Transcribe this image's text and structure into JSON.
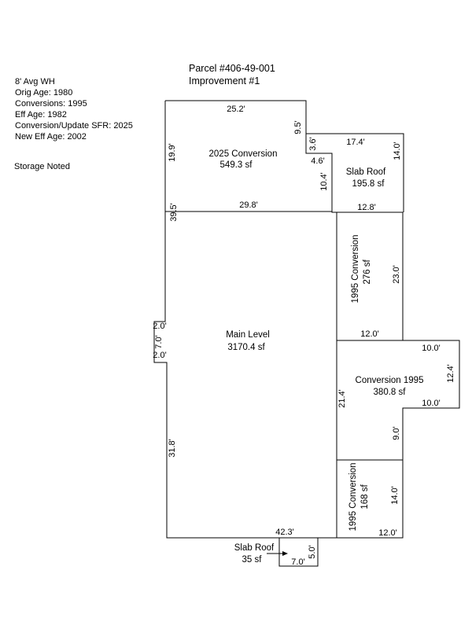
{
  "header": {
    "parcel": "Parcel #406-49-001",
    "improvement": "Improvement #1"
  },
  "notes": {
    "lines": [
      "8' Avg WH",
      "Orig Age: 1980",
      "Conversions: 1995",
      "Eff Age: 1982",
      "Conversion/Update SFR: 2025",
      "New Eff Age: 2002"
    ],
    "storage": "Storage Noted"
  },
  "areas": {
    "conv2025": {
      "name": "2025 Conversion",
      "size": "549.3 sf"
    },
    "slab_top": {
      "name": "Slab Roof",
      "size": "195.8 sf"
    },
    "conv1995_a": {
      "name": "1995 Conversion",
      "size": "276 sf"
    },
    "main": {
      "name": "Main Level",
      "size": "3170.4 sf"
    },
    "conv1995_b": {
      "name": "Conversion 1995",
      "size": "380.8 sf"
    },
    "conv1995_c": {
      "name": "1995 Conversion",
      "size": "168 sf"
    },
    "slab_bottom": {
      "name": "Slab Roof",
      "size": "35 sf"
    }
  },
  "dims": {
    "d25_2": "25.2'",
    "d9_5": "9.5'",
    "d3_6": "3.6'",
    "d17_4": "17.4'",
    "d14_0a": "14.0'",
    "d19_9": "19.9'",
    "d4_6": "4.6'",
    "d10_4": "10.4'",
    "d29_8": "29.8'",
    "d39_5": "39.5'",
    "d12_8": "12.8'",
    "d23_0": "23.0'",
    "d12_0a": "12.0'",
    "d2_0a": "2.0'",
    "d7_0a": "7.0'",
    "d2_0b": "2.0'",
    "d10_0a": "10.0'",
    "d12_4": "12.4'",
    "d10_0b": "10.0'",
    "d21_4": "21.4'",
    "d9_0": "9.0'",
    "d31_8": "31.8'",
    "d14_0b": "14.0'",
    "d42_3": "42.3'",
    "d12_0b": "12.0'",
    "d5_0": "5.0'",
    "d7_0b": "7.0'"
  }
}
